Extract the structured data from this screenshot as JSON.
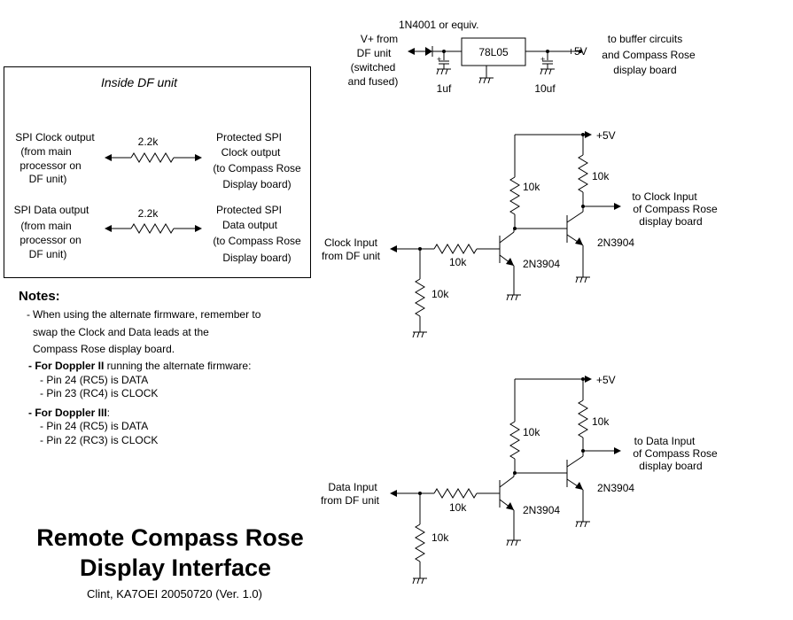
{
  "regulator": {
    "diode": "1N4001 or equiv.",
    "vin_lines": [
      "V+ from",
      "DF unit",
      "(switched",
      "and fused)"
    ],
    "ic": "78L05",
    "cap_in": "1uf",
    "cap_out": "10uf",
    "out_v": "+5V",
    "dest_lines": [
      "to buffer circuits",
      "and Compass Rose",
      "display board"
    ]
  },
  "df_box": {
    "title": "Inside DF unit",
    "clock_src": [
      "SPI Clock output",
      "(from main",
      "processor on",
      "DF unit)"
    ],
    "clock_r": "2.2k",
    "clock_dst": [
      "Protected SPI",
      "Clock output",
      "(to Compass Rose",
      "Display board)"
    ],
    "data_src": [
      "SPI Data output",
      "(from main",
      "processor on",
      "DF unit)"
    ],
    "data_r": "2.2k",
    "data_dst": [
      "Protected SPI",
      "Data output",
      "(to Compass Rose",
      "Display board)"
    ]
  },
  "notes": {
    "heading": "Notes:",
    "l1": "When using the alternate firmware, remember to",
    "l2": "swap the Clock and Data leads at the",
    "l3": "Compass Rose display board.",
    "d2_bold": "- For Doppler II",
    "d2_rest": " running the alternate firmware:",
    "d2_a": "- Pin 24 (RC5) is DATA",
    "d2_b": "- Pin 23 (RC4) is CLOCK",
    "d3_bold": "- For Doppler III",
    "d3_rest": ":",
    "d3_a": "- Pin 24 (RC5) is DATA",
    "d3_b": "- Pin 22 (RC3) is CLOCK"
  },
  "clock_buf": {
    "in_lines": [
      "Clock Input",
      "from DF unit"
    ],
    "r_series": "10k",
    "r_pd": "10k",
    "r_pu1": "10k",
    "r_pu2": "10k",
    "q1": "2N3904",
    "q2": "2N3904",
    "vcc": "+5V",
    "out_lines": [
      "to Clock Input",
      "of Compass Rose",
      "display board"
    ]
  },
  "data_buf": {
    "in_lines": [
      "Data Input",
      "from DF unit"
    ],
    "r_series": "10k",
    "r_pd": "10k",
    "r_pu1": "10k",
    "r_pu2": "10k",
    "q1": "2N3904",
    "q2": "2N3904",
    "vcc": "+5V",
    "out_lines": [
      "to Data Input",
      "of Compass Rose",
      "display board"
    ]
  },
  "title": {
    "line1": "Remote Compass Rose",
    "line2": "Display Interface",
    "credit": "Clint, KA7OEI  20050720  (Ver. 1.0)"
  }
}
